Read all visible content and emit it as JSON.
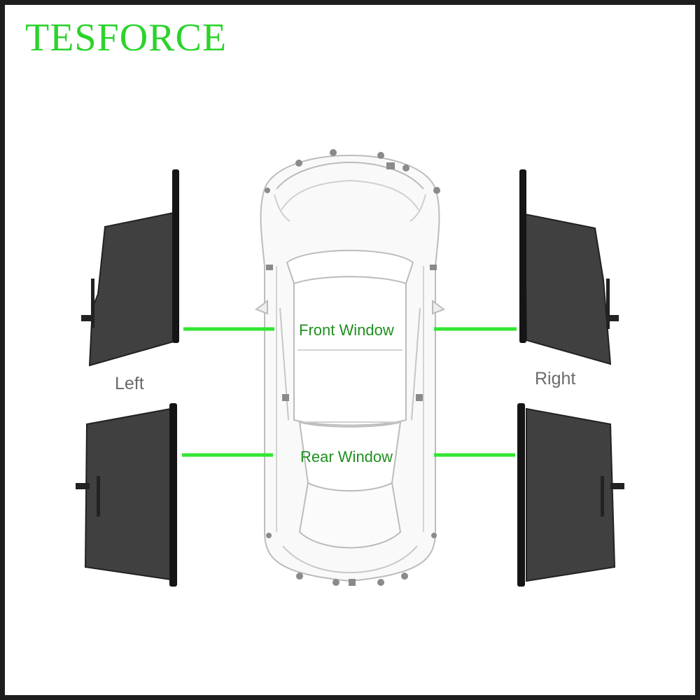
{
  "brand": {
    "name": "TESFORCE"
  },
  "labels": {
    "left": "Left",
    "right": "Right",
    "front_window": "Front Window",
    "rear_window": "Rear Window"
  },
  "colors": {
    "brand_green": "#2bd32b",
    "connector_green": "#33e633",
    "label_green": "#1f8f1f",
    "side_label_gray": "#6b6b6b",
    "shade_mesh": "#3e3e3e",
    "frame": "#1e1e1e"
  },
  "shades": [
    {
      "id": "front-left",
      "side": "left",
      "position": "front"
    },
    {
      "id": "rear-left",
      "side": "left",
      "position": "rear"
    },
    {
      "id": "front-right",
      "side": "right",
      "position": "front"
    },
    {
      "id": "rear-right",
      "side": "right",
      "position": "rear"
    }
  ]
}
